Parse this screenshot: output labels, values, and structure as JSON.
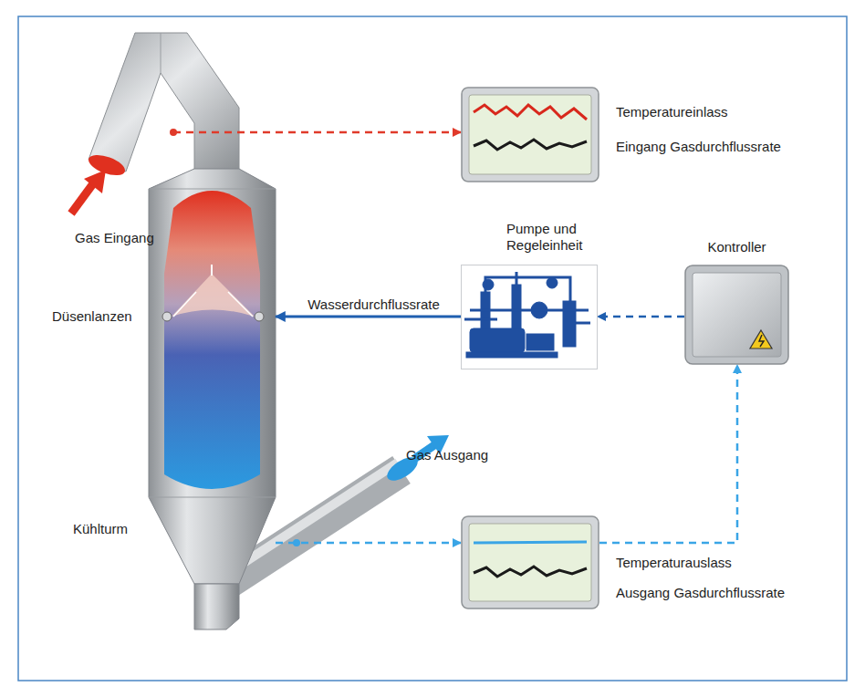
{
  "diagram": {
    "nodes": [
      {
        "text": [
          "Kühlturm"
        ]
      },
      {
        "text": [
          "Temperatureinlass",
          "Eingang Gasdurchflussrate"
        ]
      },
      {
        "text": [
          "Pumpe und Regeleinheit"
        ]
      },
      {
        "text": [
          "Kontroller"
        ]
      },
      {
        "text": [
          "Temperaturauslass",
          "Ausgang Gasdurchflussrate"
        ]
      }
    ],
    "edges": [
      {
        "from": 0,
        "to": 1,
        "arrow": "to"
      },
      {
        "from": 2,
        "to": 0,
        "label": "Wasserdurchflussrate",
        "arrow": "to"
      },
      {
        "from": 3,
        "to": 2,
        "arrow": "to"
      },
      {
        "from": 0,
        "to": 4,
        "arrow": "to"
      },
      {
        "from": 4,
        "to": 3,
        "arrow": "to"
      }
    ],
    "labels": [
      "Gas Eingang",
      "Düsenlanzen",
      "Gas Ausgang"
    ]
  }
}
